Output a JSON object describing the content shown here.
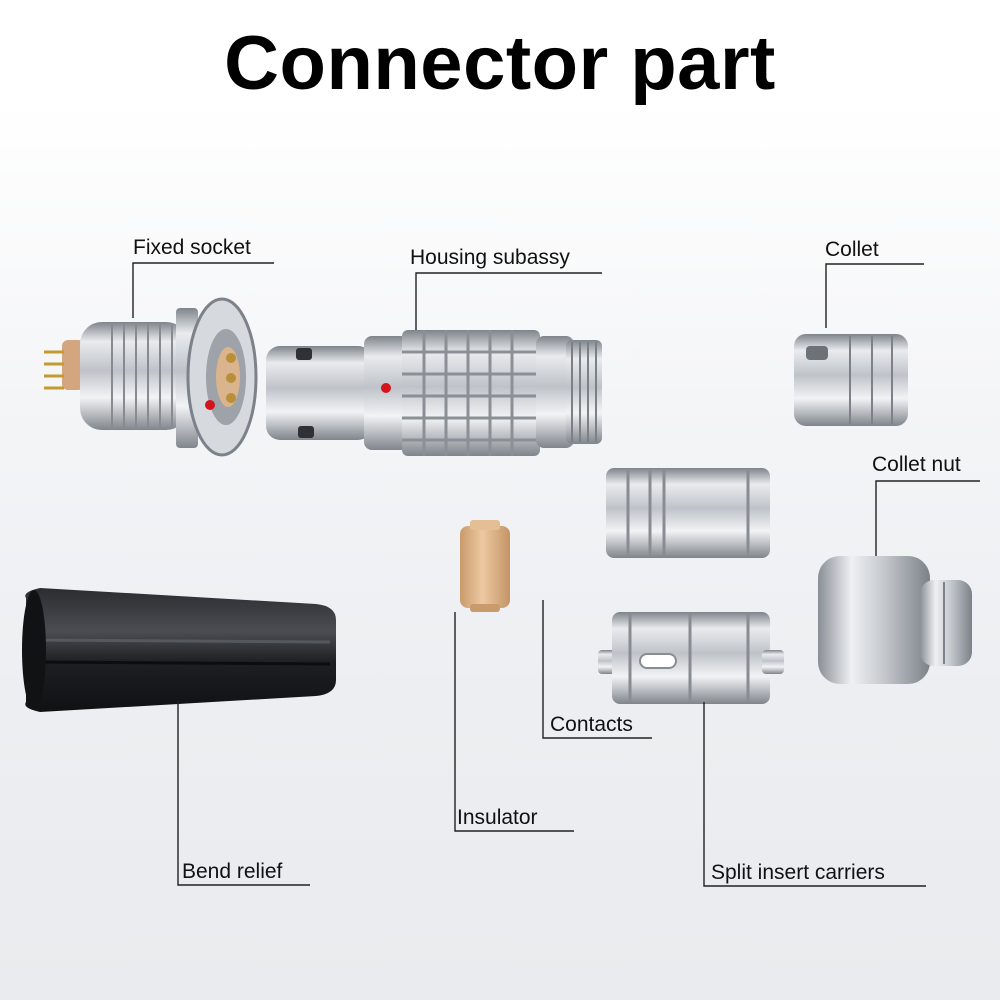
{
  "title": "Connector part",
  "labels": {
    "fixed_socket": "Fixed socket",
    "housing_subassy": "Housing subassy",
    "collet": "Collet",
    "collet_nut": "Collet nut",
    "contacts": "Contacts",
    "insulator": "Insulator",
    "bend_relief": "Bend relief",
    "split_insert_carriers": "Split insert carriers"
  },
  "colors": {
    "metal": "#c9ccd1",
    "metal_dark": "#8d9299",
    "insulator": "#e2b98f",
    "gold": "#d7a43a",
    "rubber": "#1c1d20",
    "red_dot": "#d2141b"
  }
}
